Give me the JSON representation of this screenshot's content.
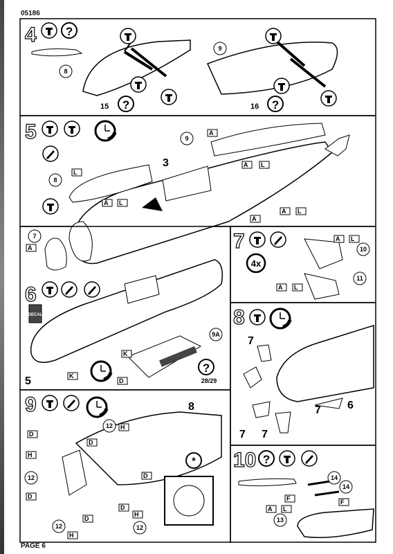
{
  "header": {
    "code": "05186"
  },
  "footer": {
    "page": "PAGE 6"
  },
  "steps": [
    {
      "number": "4",
      "parts": [
        "8",
        "9"
      ],
      "next": [
        "15",
        "16"
      ]
    },
    {
      "number": "5",
      "parts": [
        "9",
        "3",
        "8",
        "7"
      ],
      "markers": [
        "A",
        "A",
        "L",
        "A",
        "L",
        "A",
        "A",
        "L",
        "A",
        "L"
      ]
    },
    {
      "number": "7",
      "mult": "4x",
      "parts": [
        "10",
        "11"
      ],
      "markers": [
        "A",
        "L",
        "A",
        "L"
      ]
    },
    {
      "number": "6",
      "parts": [
        "9A",
        "5"
      ],
      "ref": "28/29",
      "markers": [
        "K",
        "K",
        "D"
      ],
      "decal": "DECAL"
    },
    {
      "number": "8",
      "parts": [
        "7",
        "7",
        "7",
        "7",
        "6"
      ]
    },
    {
      "number": "9",
      "parts": [
        "8",
        "12",
        "12",
        "12",
        "12"
      ],
      "markers": [
        "D",
        "H",
        "D",
        "H",
        "D",
        "D",
        "D",
        "H",
        "D",
        "H"
      ]
    },
    {
      "number": "10",
      "parts": [
        "14",
        "14",
        "13"
      ],
      "markers": [
        "F",
        "F",
        "A",
        "L"
      ]
    }
  ]
}
